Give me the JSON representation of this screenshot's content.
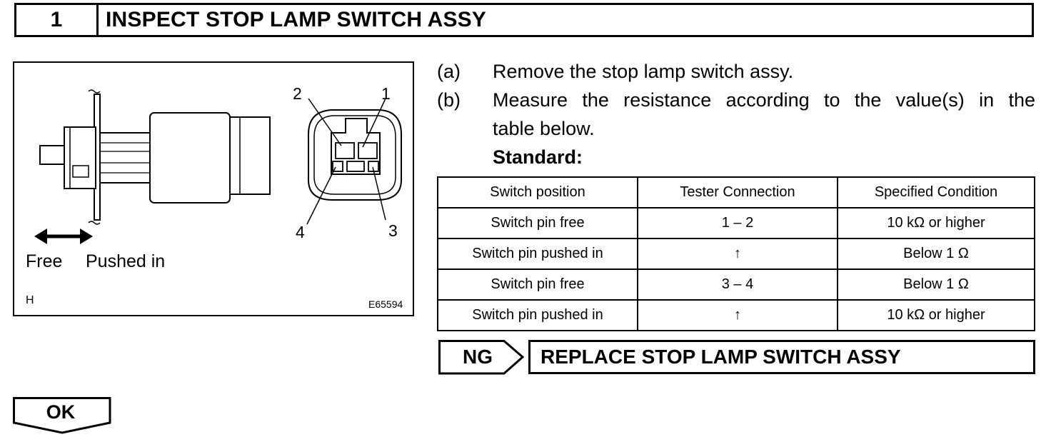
{
  "step": {
    "number": "1",
    "title": "INSPECT STOP LAMP SWITCH ASSY"
  },
  "figure": {
    "labels": {
      "pin2": "2",
      "pin1": "1",
      "pin4": "4",
      "pin3": "3",
      "free": "Free",
      "pushed_in": "Pushed in",
      "corner_code": "H",
      "figure_id": "E65594"
    }
  },
  "instructions": [
    {
      "label": "(a)",
      "text": "Remove the stop lamp switch assy."
    },
    {
      "label": "(b)",
      "text_line1": "Measure the resistance according to the value(s) in the",
      "text_line2": "table below."
    }
  ],
  "standard_label": "Standard:",
  "table": {
    "headers": [
      "Switch position",
      "Tester Connection",
      "Specified Condition"
    ],
    "rows": [
      [
        "Switch pin free",
        "1 – 2",
        "10 kΩ or higher"
      ],
      [
        "Switch pin pushed in",
        "↑",
        "Below 1 Ω"
      ],
      [
        "Switch pin free",
        "3 – 4",
        "Below 1 Ω"
      ],
      [
        "Switch pin pushed in",
        "↑",
        "10 kΩ or higher"
      ]
    ]
  },
  "ng": {
    "label": "NG",
    "action": "REPLACE STOP LAMP SWITCH ASSY"
  },
  "ok": {
    "label": "OK"
  }
}
